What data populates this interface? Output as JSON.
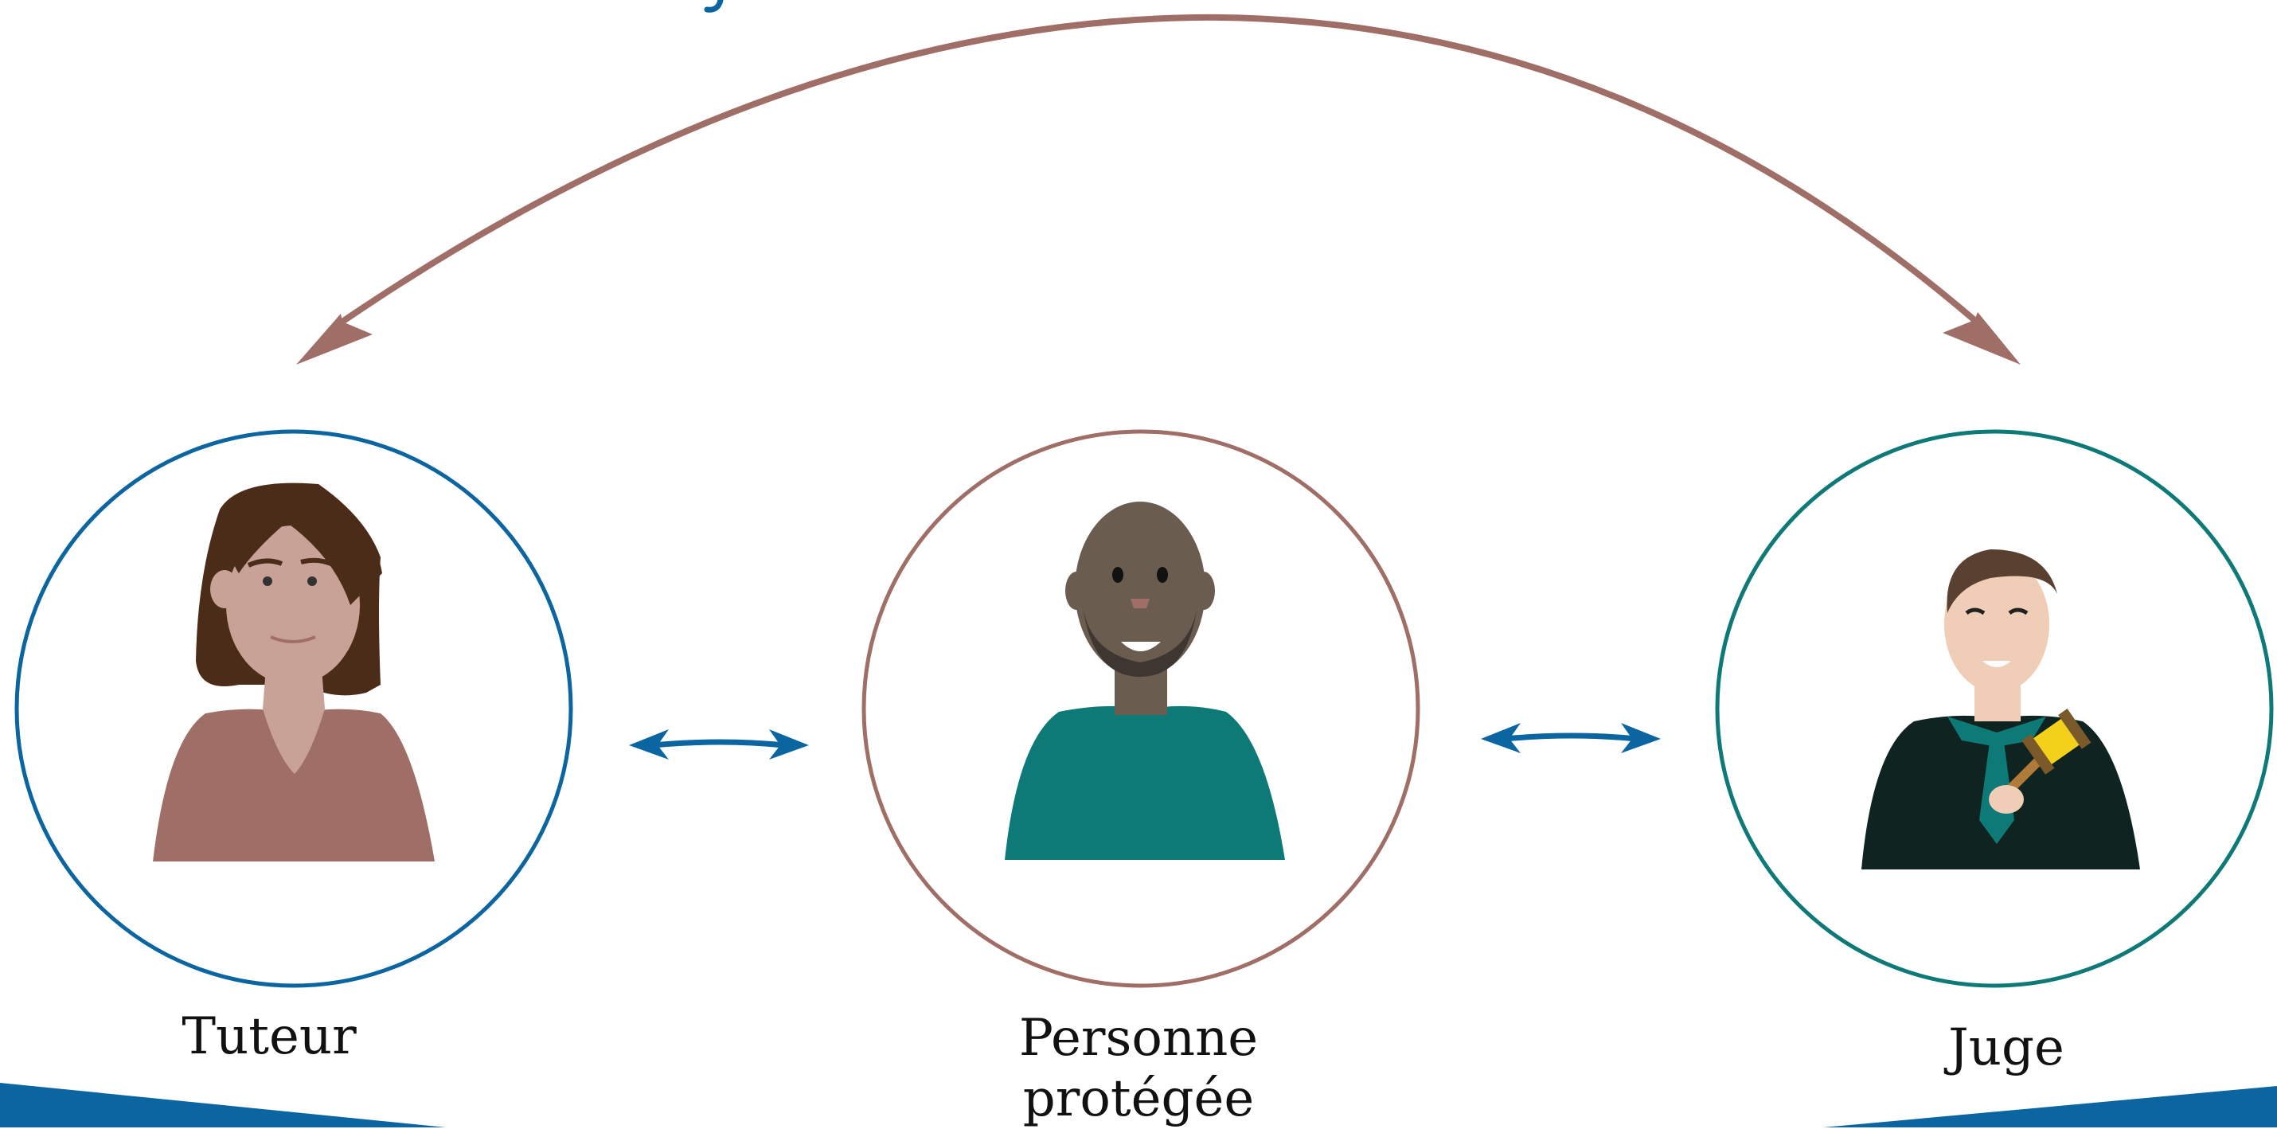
{
  "colors": {
    "blue": "#0b65a0",
    "brown": "#9f6e66",
    "teal": "#0e7a78",
    "dark": "#1c2522"
  },
  "people": [
    {
      "id": "tuteur",
      "label": "Tuteur",
      "ring_color": "#0b65a0"
    },
    {
      "id": "personne",
      "label_line1": "Personne",
      "label_line2": "protégée",
      "ring_color": "#9f6e66"
    },
    {
      "id": "juge",
      "label": "Juge",
      "ring_color": "#0e7a78"
    }
  ]
}
